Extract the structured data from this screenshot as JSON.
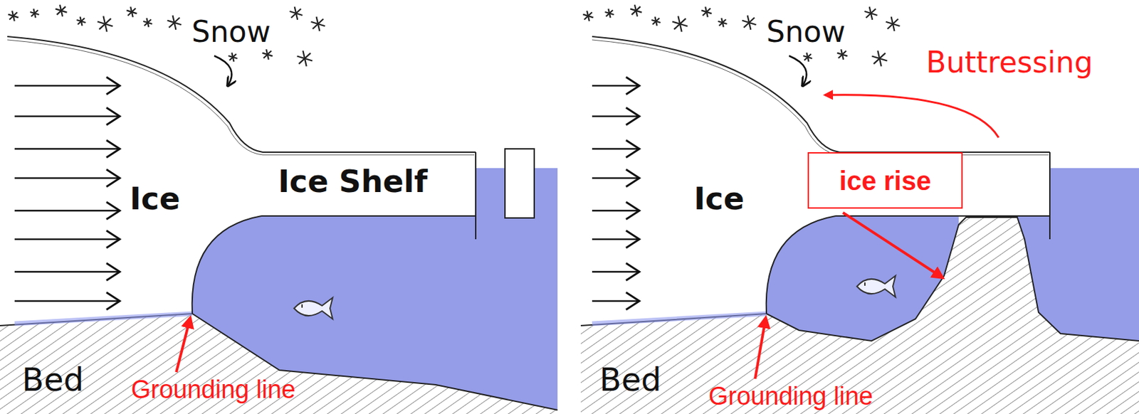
{
  "diagram": {
    "nodes": [
      {
        "text": [
          "ice rise"
        ]
      }
    ],
    "labels": [
      "Snow",
      "Ice",
      "Ice Shelf",
      "Bed",
      "Grounding line",
      "Snow",
      "Buttressing",
      "Ice",
      "Bed",
      "Grounding line"
    ]
  }
}
